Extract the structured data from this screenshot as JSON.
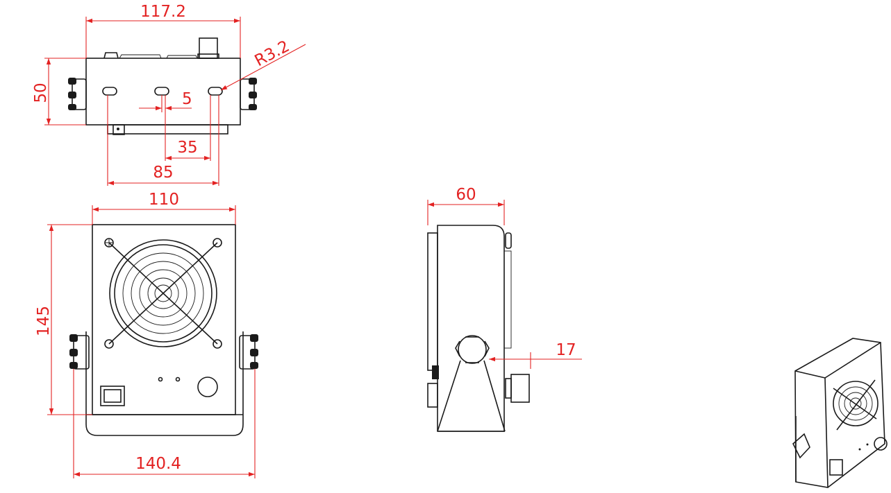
{
  "colors": {
    "dimension": "#e32222",
    "outline": "#1a1a1a",
    "background": "#ffffff"
  },
  "top_view": {
    "overall_width": "117.2",
    "height": "50",
    "slot_radius": "R3.2",
    "slot_width": "5",
    "slot_pitch": "35",
    "slot_span": "85"
  },
  "front_view": {
    "body_width": "110",
    "body_height": "145",
    "overall_width": "140.4"
  },
  "side_view": {
    "depth": "60",
    "knob_offset": "17"
  },
  "iso_view": {}
}
